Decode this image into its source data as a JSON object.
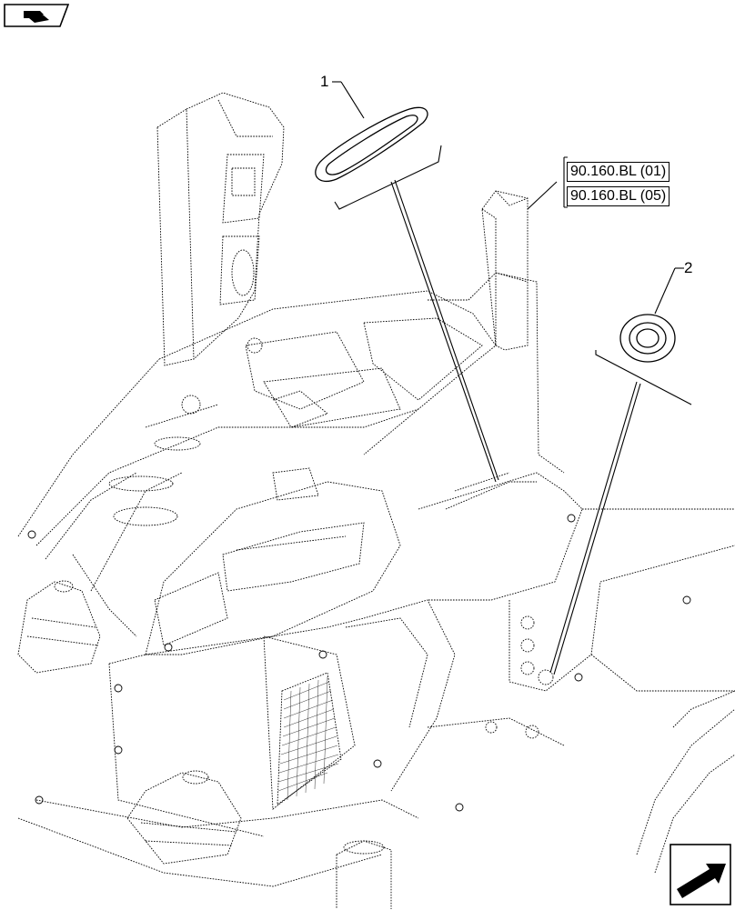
{
  "callouts": [
    {
      "number": "1",
      "part": "grommet-oval"
    },
    {
      "number": "2",
      "part": "grommet-round"
    }
  ],
  "references": [
    {
      "label": "90.160.BL (01)"
    },
    {
      "label": "90.160.BL (05)"
    }
  ],
  "icons": {
    "top_left": "book-arrow-icon",
    "bottom_right": "next-page-arrow-icon"
  },
  "colors": {
    "line": "#000000",
    "background": "#ffffff"
  }
}
